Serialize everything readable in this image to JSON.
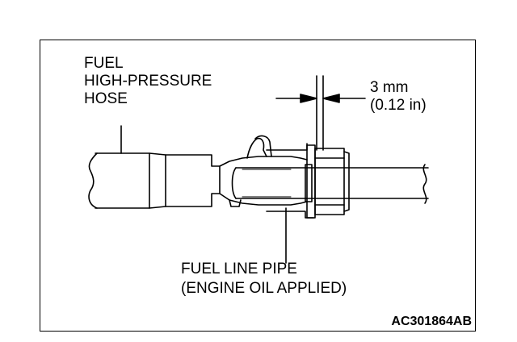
{
  "labels": {
    "hose": [
      "FUEL",
      "HIGH-PRESSURE",
      "HOSE"
    ],
    "dimension": [
      "3 mm",
      "(0.12 in)"
    ],
    "pipe": [
      "FUEL LINE PIPE",
      "(ENGINE OIL APPLIED)"
    ]
  },
  "figure_code": "AC301864AB",
  "colors": {
    "line": "#000000",
    "background": "#ffffff"
  }
}
